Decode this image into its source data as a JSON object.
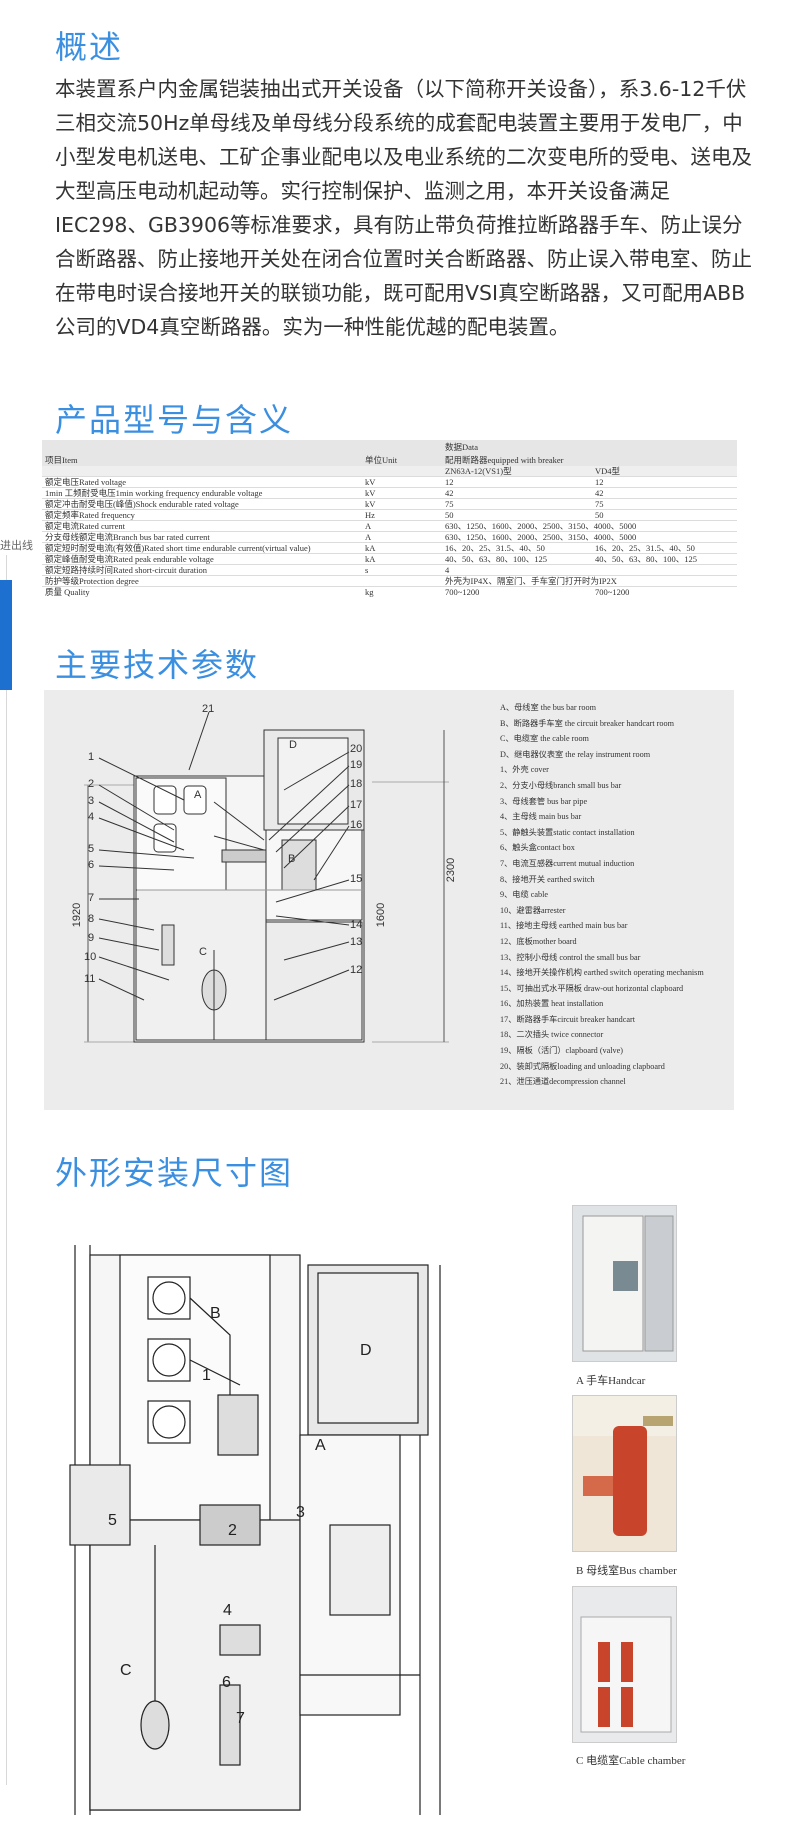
{
  "side": {
    "tab_label": "进出线"
  },
  "sections": {
    "overview": "概述",
    "model": "产品型号与含义",
    "tech": "主要技术参数",
    "install": "外形安装尺寸图"
  },
  "intro": "本装置系户内金属铠装抽出式开关设备（以下简称开关设备），系3.6-12千伏三相交流50Hz单母线及单母线分段系统的成套配电装置主要用于发电厂，中小型发电机送电、工矿企事业配电以及电业系统的二次变电所的受电、送电及大型高压电动机起动等。实行控制保护、监测之用，本开关设备满足IEC298、GB3906等标准要求，具有防止带负荷推拉断路器手车、防止误分合断路器、防止接地开关处在闭合位置时关合断路器、防止误入带电室、防止在带电时误合接地开关的联锁功能，既可配用VSI真空断路器，又可配用ABB公司的VD4真空断路器。实为一种性能优越的配电装置。",
  "spec": {
    "head_item": "项目Item",
    "head_unit": "单位Unit",
    "head_data": "数据Data",
    "head_breaker": "配用断路器equipped with breaker",
    "head_zn": "ZN63A-12(VS1)型",
    "head_vd4": "VD4型",
    "rows": [
      [
        "额定电压Rated voltage",
        "kV",
        "12",
        "12"
      ],
      [
        "1min 工频耐受电压1min working frequency endurable voltage",
        "kV",
        "42",
        "42"
      ],
      [
        "额定冲击耐受电压(峰值)Shock endurable rated voltage",
        "kV",
        "75",
        "75"
      ],
      [
        "额定频率Rated frequency",
        "Hz",
        "50",
        "50"
      ],
      [
        "额定电流Rated current",
        "A",
        "630、1250、1600、2000、2500、3150、4000、5000",
        ""
      ],
      [
        "分支母线额定电流Branch bus bar rated current",
        "A",
        "630、1250、1600、2000、2500、3150、4000、5000",
        ""
      ],
      [
        "额定短时耐受电流(有效值)Rated short time endurable current(virtual value)",
        "kA",
        "16、20、25、31.5、40、50",
        "16、20、25、31.5、40、50"
      ],
      [
        "额定峰值耐受电流Rated peak endurable voltage",
        "kA",
        "40、50、63、80、100、125",
        "40、50、63、80、100、125"
      ],
      [
        "额定短路持续时间Rated short-circuit duration",
        "s",
        "4",
        ""
      ],
      [
        "防护等级Protection degree",
        "",
        "外壳为IP4X、隔室门、手车室门打开时为IP2X",
        ""
      ],
      [
        "质量 Quality",
        "kg",
        "700~1200",
        "700~1200"
      ]
    ]
  },
  "tech": {
    "dims": [
      "1920",
      "2300",
      "1600"
    ],
    "room_labels": [
      "A",
      "B",
      "C",
      "D"
    ],
    "callouts": [
      "1",
      "2",
      "3",
      "4",
      "5",
      "6",
      "7",
      "8",
      "9",
      "10",
      "11",
      "12",
      "13",
      "14",
      "15",
      "16",
      "17",
      "18",
      "19",
      "20",
      "21"
    ],
    "legend": [
      "A、母线室 the bus bar room",
      "B、断路器手车室 the circuit breaker handcart room",
      "C、电缆室 the cable room",
      "D、继电器仪表室 the relay instrument room",
      "1、外壳 cover",
      "2、分支小母线branch small bus bar",
      "3、母线套管 bus bar pipe",
      "4、主母线 main bus bar",
      "5、静触头装置static contact installation",
      "6、触头盒contact box",
      "7、电流互感器current mutual induction",
      "8、接地开关 earthed switch",
      "9、电缆 cable",
      "10、避雷器arrester",
      "11、接地主母线 earthed main bus bar",
      "12、底板mother board",
      "13、控制小母线 control the small bus bar",
      "14、接地开关操作机构 earthed switch operating mechanism",
      "15、可抽出式水平隔板 draw-out horizontal clapboard",
      "16、加热装置 heat installation",
      "17、断路器手车circuit breaker handcart",
      "18、二次插头 twice connector",
      "19、隔板（活门）clapboard (valve)",
      "20、装卸式隔板loading and unloading clapboard",
      "21、泄压通道decompression channel"
    ]
  },
  "install": {
    "labels": [
      "A",
      "B",
      "C",
      "D",
      "1",
      "2",
      "3",
      "4",
      "5",
      "6",
      "7"
    ],
    "captions": [
      "A 手车Handcar",
      "B 母线室Bus chamber",
      "C 电缆室Cable chamber"
    ]
  },
  "colors": {
    "accent": "#3b8fe0",
    "side_bar": "#1d6fd0",
    "porcelain_red": "#c8452b"
  }
}
